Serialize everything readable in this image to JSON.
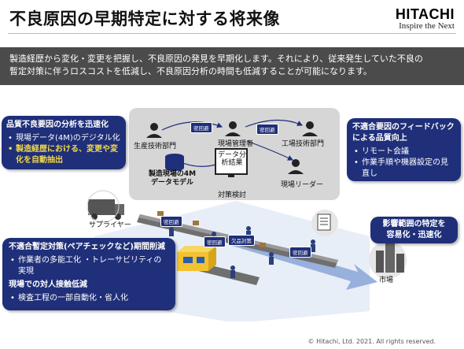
{
  "title": "不良原因の早期特定に対する将来像",
  "logo": {
    "main": "HITACHI",
    "sub": "Inspire the Next"
  },
  "banner": {
    "line1": "製造経歴から変化・変更を把握し、不良原因の発見を早期化します。それにより、従来発生していた不良の",
    "line2": "暫定対策に伴うロスコストを低減し、不良原因分析の時間も低減することが可能になります。"
  },
  "left_box": {
    "heading": "品質不良要因の分析を迅速化",
    "items": [
      "現場データ(4M)のデジタル化",
      "製造経歴における、変更や変化を自動抽出"
    ]
  },
  "right_box": {
    "heading": "不適合要因のフィードバックによる品質向上",
    "items": [
      "リモート会議",
      "作業手順や機器設定の見直し"
    ]
  },
  "bottom_box": {
    "heading1": "不適合暫定対策(ペアチェックなど)期間削減",
    "items1": [
      "作業者の多能工化 ・トレーサビリティの実現"
    ],
    "heading2": "現場での対人接触低減",
    "items2": [
      "検査工程の一部自動化・省人化"
    ]
  },
  "market_box": {
    "line1": "影響範囲の特定を",
    "line2": "容易化・迅速化"
  },
  "diagram": {
    "production_engineering": "生産技術部門",
    "site_manager": "現場管理者",
    "factory_engineering": "工場技術部門",
    "site_leader": "現場リーダー",
    "database": "製造現場の4Mデータモデル",
    "monitor": "データ分析結果",
    "countermeasure": "対策検討",
    "supplier": "サプライヤー",
    "market": "市場",
    "badge_text": "密回避",
    "defect_badge": "欠品対策"
  },
  "copyright": "© Hitachi, Ltd. 2021. All rights reserved.",
  "colors": {
    "navy": "#1f2f7a",
    "highlight": "#f0d84a",
    "banner": "#4b4b4b",
    "panel": "#d6d6d6"
  }
}
